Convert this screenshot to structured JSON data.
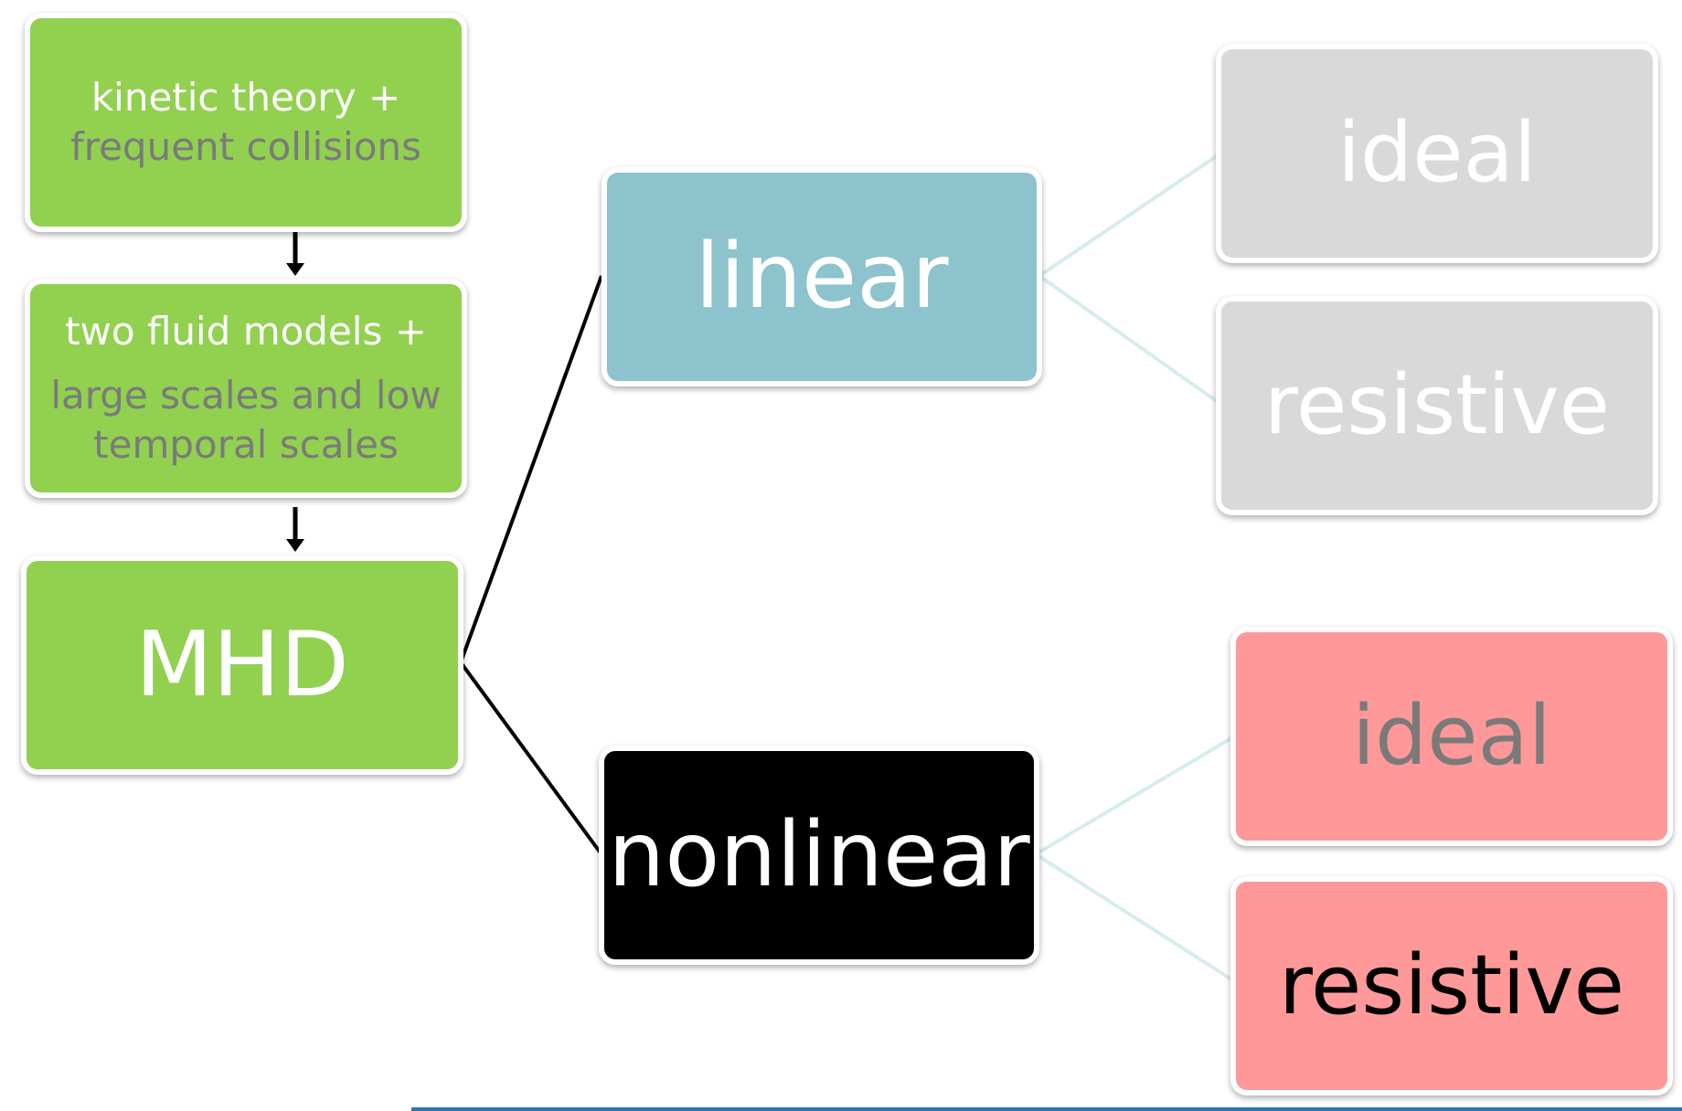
{
  "left_column": {
    "box1": {
      "line1": "kinetic theory +",
      "line2": "frequent collisions"
    },
    "box2": {
      "line1": "two fluid models +",
      "line2": "large scales and low",
      "line3": "temporal scales"
    },
    "box3": {
      "label": "MHD"
    }
  },
  "middle_column": {
    "linear": {
      "label": "linear"
    },
    "nonlinear": {
      "label": "nonlinear"
    }
  },
  "right_column": {
    "linear_ideal": {
      "label": "ideal"
    },
    "linear_resistive": {
      "label": "resistive"
    },
    "nonlinear_ideal": {
      "label": "ideal"
    },
    "nonlinear_resistive": {
      "label": "resistive"
    }
  },
  "colors": {
    "green": "#92d050",
    "teal": "#8cc3cc",
    "black": "#000000",
    "grey": "#d9d9d9",
    "pink": "#ff9999"
  }
}
